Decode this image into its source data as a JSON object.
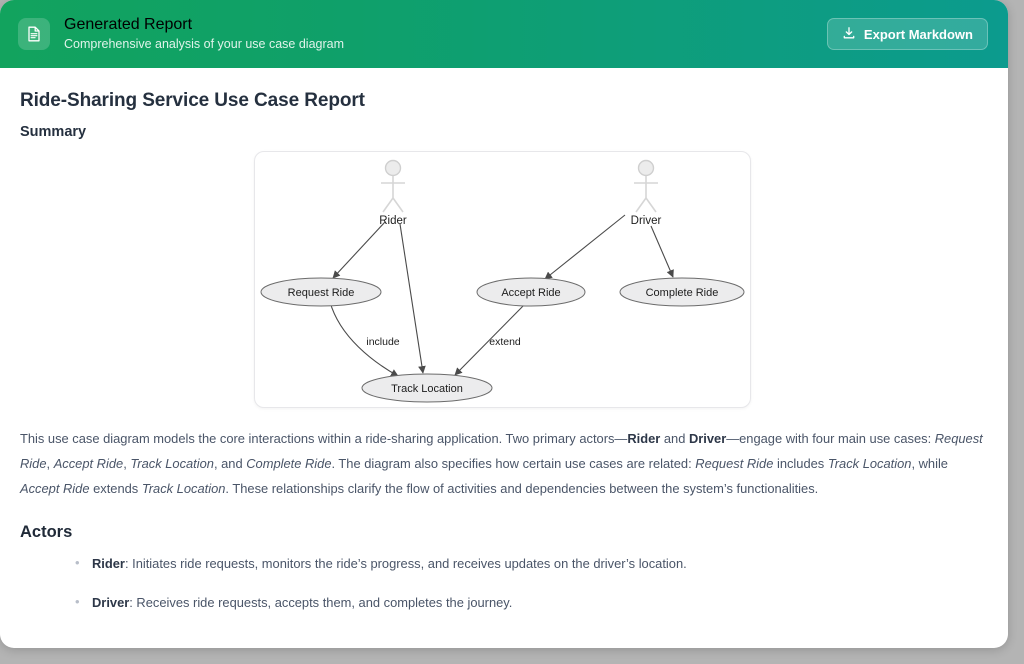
{
  "header": {
    "icon": "document-text-icon",
    "title": "Generated Report",
    "subtitle": "Comprehensive analysis of your use case diagram",
    "export_button": {
      "icon": "download-icon",
      "label": "Export Markdown"
    },
    "gradient_from": "#12a35e",
    "gradient_to": "#0c9b8e"
  },
  "report": {
    "title": "Ride-Sharing Service Use Case Report",
    "summary_heading": "Summary",
    "actors_heading": "Actors"
  },
  "diagram": {
    "type": "use-case-diagram",
    "actors": [
      {
        "id": "rider",
        "label": "Rider"
      },
      {
        "id": "driver",
        "label": "Driver"
      }
    ],
    "use_cases": [
      {
        "id": "request_ride",
        "label": "Request Ride"
      },
      {
        "id": "accept_ride",
        "label": "Accept Ride"
      },
      {
        "id": "complete_ride",
        "label": "Complete Ride"
      },
      {
        "id": "track_location",
        "label": "Track Location"
      }
    ],
    "edges": [
      {
        "from": "rider",
        "to": "request_ride",
        "label": ""
      },
      {
        "from": "rider",
        "to": "track_location",
        "label": ""
      },
      {
        "from": "driver",
        "to": "accept_ride",
        "label": ""
      },
      {
        "from": "driver",
        "to": "complete_ride",
        "label": ""
      },
      {
        "from": "request_ride",
        "to": "track_location",
        "label": "include"
      },
      {
        "from": "accept_ride",
        "to": "track_location",
        "label": "extend"
      }
    ],
    "edge_labels": {
      "include": "include",
      "extend": "extend"
    }
  },
  "summary": {
    "parts": [
      {
        "text": "This use case diagram models the core interactions within a ride-sharing application. Two primary actors—",
        "style": "normal"
      },
      {
        "text": "Rider",
        "style": "bold"
      },
      {
        "text": " and ",
        "style": "normal"
      },
      {
        "text": "Driver",
        "style": "bold"
      },
      {
        "text": "—engage with four main use cases: ",
        "style": "normal"
      },
      {
        "text": "Request Ride",
        "style": "italic"
      },
      {
        "text": ", ",
        "style": "normal"
      },
      {
        "text": "Accept Ride",
        "style": "italic"
      },
      {
        "text": ", ",
        "style": "normal"
      },
      {
        "text": "Track Location",
        "style": "italic"
      },
      {
        "text": ", and ",
        "style": "normal"
      },
      {
        "text": "Complete Ride",
        "style": "italic"
      },
      {
        "text": ". The diagram also specifies how certain use cases are related: ",
        "style": "normal"
      },
      {
        "text": "Request Ride",
        "style": "italic"
      },
      {
        "text": " includes ",
        "style": "normal"
      },
      {
        "text": "Track Location",
        "style": "italic"
      },
      {
        "text": ", while ",
        "style": "normal"
      },
      {
        "text": "Accept Ride",
        "style": "italic"
      },
      {
        "text": " extends ",
        "style": "normal"
      },
      {
        "text": "Track Location",
        "style": "italic"
      },
      {
        "text": ". These relationships clarify the flow of activities and dependencies between the system’s functionalities.",
        "style": "normal"
      }
    ]
  },
  "actors_section": {
    "items": [
      {
        "name": "Rider",
        "description": ": Initiates ride requests, monitors the ride’s progress, and receives updates on the driver’s location."
      },
      {
        "name": "Driver",
        "description": ": Receives ride requests, accepts them, and completes the journey."
      }
    ]
  }
}
